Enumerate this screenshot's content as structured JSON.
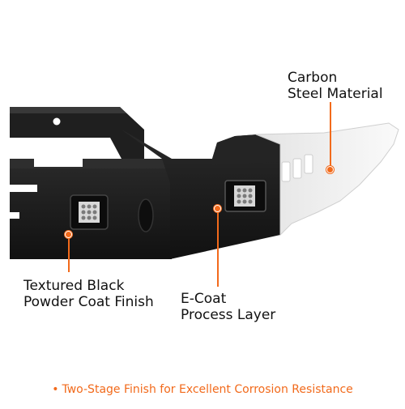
{
  "callouts": {
    "carbon": {
      "line1": "Carbon",
      "line2": "Steel Material"
    },
    "powder": {
      "line1": "Textured Black",
      "line2": "Powder Coat Finish"
    },
    "ecoat": {
      "line1": "E-Coat",
      "line2": "Process Layer"
    }
  },
  "footer": {
    "bullet": "•",
    "text": "Two-Stage Finish for Excellent Corrosion Resistance"
  },
  "colors": {
    "accent": "#f26a1b",
    "bumper": "#1c1c1c",
    "steel": "#f2f2f2"
  }
}
